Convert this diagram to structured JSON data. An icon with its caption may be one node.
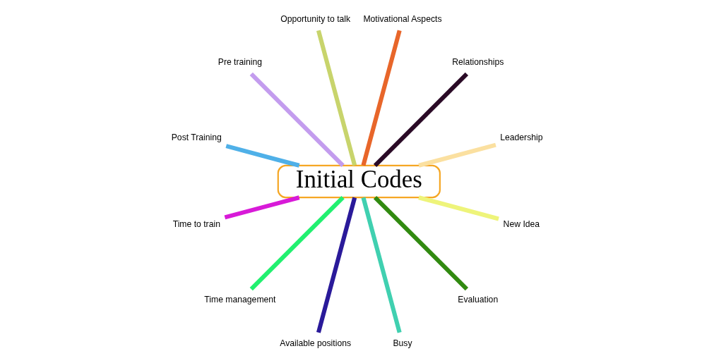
{
  "diagram": {
    "nodes": [
      {
        "text": [
          "Initial Codes"
        ]
      },
      {
        "text": [
          "Leadership"
        ]
      },
      {
        "text": [
          "Relationships"
        ]
      },
      {
        "text": [
          "Motivational Aspects"
        ]
      },
      {
        "text": [
          "Opportunity to talk"
        ]
      },
      {
        "text": [
          "Pre training"
        ]
      },
      {
        "text": [
          "Post Training"
        ]
      },
      {
        "text": [
          "Time to train"
        ]
      },
      {
        "text": [
          "Time management"
        ]
      },
      {
        "text": [
          "Available positions"
        ]
      },
      {
        "text": [
          "Busy"
        ]
      },
      {
        "text": [
          "Evaluation"
        ]
      },
      {
        "text": [
          "New Idea"
        ]
      }
    ],
    "edges": [
      {
        "from": 0,
        "to": 1,
        "arrow": "none",
        "color": "#fbe0a0"
      },
      {
        "from": 0,
        "to": 2,
        "arrow": "none",
        "color": "#2a0a26"
      },
      {
        "from": 0,
        "to": 3,
        "arrow": "none",
        "color": "#e8662a"
      },
      {
        "from": 0,
        "to": 4,
        "arrow": "none",
        "color": "#c8d46c"
      },
      {
        "from": 0,
        "to": 5,
        "arrow": "none",
        "color": "#c39cee"
      },
      {
        "from": 0,
        "to": 6,
        "arrow": "none",
        "color": "#4fb0e8"
      },
      {
        "from": 0,
        "to": 7,
        "arrow": "none",
        "color": "#d81ad8"
      },
      {
        "from": 0,
        "to": 8,
        "arrow": "none",
        "color": "#22f070"
      },
      {
        "from": 0,
        "to": 9,
        "arrow": "none",
        "color": "#2a1a9a"
      },
      {
        "from": 0,
        "to": 10,
        "arrow": "none",
        "color": "#40d0b0"
      },
      {
        "from": 0,
        "to": 11,
        "arrow": "none",
        "color": "#318a10"
      },
      {
        "from": 0,
        "to": 12,
        "arrow": "none",
        "color": "#eef47a"
      }
    ]
  }
}
